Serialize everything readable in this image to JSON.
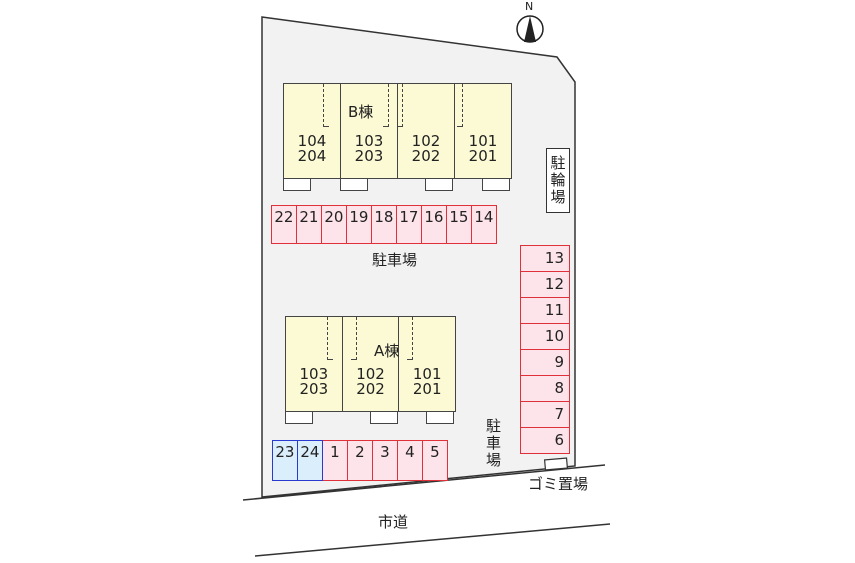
{
  "compass": {
    "label": "N"
  },
  "building_b": {
    "name": "B棟",
    "units": [
      {
        "lower": "104",
        "upper": "204"
      },
      {
        "lower": "103",
        "upper": "203"
      },
      {
        "lower": "102",
        "upper": "202"
      },
      {
        "lower": "101",
        "upper": "201"
      }
    ]
  },
  "building_a": {
    "name": "A棟",
    "units": [
      {
        "lower": "103",
        "upper": "203"
      },
      {
        "lower": "102",
        "upper": "202"
      },
      {
        "lower": "101",
        "upper": "201"
      }
    ]
  },
  "bicycle_parking": {
    "label": "駐輪場"
  },
  "parking_top": {
    "spaces": [
      "22",
      "21",
      "20",
      "19",
      "18",
      "17",
      "16",
      "15",
      "14"
    ],
    "label": "駐車場"
  },
  "parking_right": {
    "spaces": [
      "13",
      "12",
      "11",
      "10",
      "9",
      "8",
      "7",
      "6"
    ]
  },
  "parking_bottom": {
    "spaces": [
      "23",
      "24",
      "1",
      "2",
      "3",
      "4",
      "5"
    ],
    "blue_spaces": [
      "23",
      "24"
    ],
    "label": "駐車場"
  },
  "garbage": {
    "label": "ゴミ置場"
  },
  "road": {
    "label": "市道"
  },
  "colors": {
    "lot": "#f2f2f2",
    "building": "#fcfad4",
    "parking_red": "#e0303a",
    "parking_fill": "#fde3ea",
    "parking_blue": "#2a3ad0",
    "blue_fill": "#dbeefc"
  }
}
